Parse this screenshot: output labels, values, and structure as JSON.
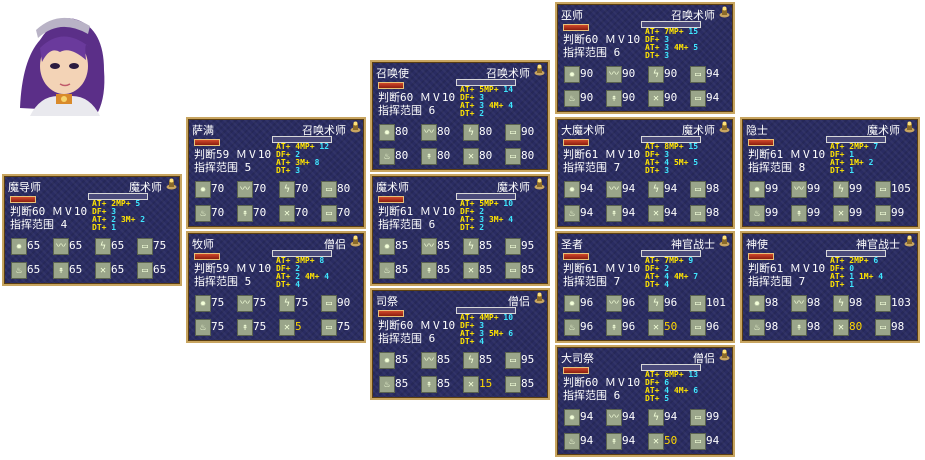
{
  "portrait": {
    "icon": "female-mage-portrait"
  },
  "cards": [
    {
      "name": "魔导师",
      "cls": "魔术师",
      "judge": "判断60",
      "mv": "ＭⅤ10",
      "range_label": "指挥范围",
      "range": "4",
      "stats": [
        [
          "AT+",
          "",
          "2MP+",
          "5"
        ],
        [
          "DF+",
          "3",
          "",
          ""
        ],
        [
          "AT+",
          "2",
          "3M+",
          "2"
        ],
        [
          "DT+",
          "1",
          "",
          ""
        ]
      ],
      "cells": [
        {
          "i": "✹",
          "v": "65"
        },
        {
          "i": "〰",
          "v": "65"
        },
        {
          "i": "ϟ",
          "v": "65"
        },
        {
          "i": "▭",
          "v": "75"
        },
        {
          "i": "♨",
          "v": "65"
        },
        {
          "i": "↟",
          "v": "65"
        },
        {
          "i": "✕",
          "v": "65"
        },
        {
          "i": "▭",
          "v": "65"
        }
      ]
    },
    {
      "name": "萨满",
      "cls": "召唤术师",
      "judge": "判断59",
      "mv": "ＭⅤ10",
      "range_label": "指挥范围",
      "range": "5",
      "stats": [
        [
          "AT+",
          "",
          "4MP+",
          "12"
        ],
        [
          "DF+",
          "2",
          "",
          ""
        ],
        [
          "AT+",
          "",
          "3M+",
          "8"
        ],
        [
          "DT+",
          "3",
          "",
          ""
        ]
      ],
      "cells": [
        {
          "i": "✹",
          "v": "70"
        },
        {
          "i": "〰",
          "v": "70"
        },
        {
          "i": "ϟ",
          "v": "70"
        },
        {
          "i": "▭",
          "v": "80"
        },
        {
          "i": "♨",
          "v": "70"
        },
        {
          "i": "↟",
          "v": "70"
        },
        {
          "i": "✕",
          "v": "70"
        },
        {
          "i": "▭",
          "v": "70"
        }
      ]
    },
    {
      "name": "牧师",
      "cls": "僧侣",
      "judge": "判断59",
      "mv": "ＭⅤ10",
      "range_label": "指挥范围",
      "range": "5",
      "stats": [
        [
          "AT+",
          "",
          "3MP+",
          "8"
        ],
        [
          "DF+",
          "2",
          "",
          ""
        ],
        [
          "AT+",
          "2",
          "4M+",
          "4"
        ],
        [
          "DT+",
          "4",
          "",
          ""
        ]
      ],
      "cells": [
        {
          "i": "✹",
          "v": "75"
        },
        {
          "i": "〰",
          "v": "75"
        },
        {
          "i": "ϟ",
          "v": "75"
        },
        {
          "i": "▭",
          "v": "90"
        },
        {
          "i": "♨",
          "v": "75"
        },
        {
          "i": "↟",
          "v": "75"
        },
        {
          "i": "✕",
          "v": "5",
          "y": true
        },
        {
          "i": "▭",
          "v": "75"
        }
      ]
    },
    {
      "name": "召唤使",
      "cls": "召唤术师",
      "judge": "判断60",
      "mv": "ＭⅤ10",
      "range_label": "指挥范围",
      "range": "6",
      "stats": [
        [
          "AT+",
          "",
          "5MP+",
          "14"
        ],
        [
          "DF+",
          "3",
          "",
          ""
        ],
        [
          "AT+",
          "3",
          "4M+",
          "4"
        ],
        [
          "DT+",
          "2",
          "",
          ""
        ]
      ],
      "cells": [
        {
          "i": "✹",
          "v": "80"
        },
        {
          "i": "〰",
          "v": "80"
        },
        {
          "i": "ϟ",
          "v": "80"
        },
        {
          "i": "▭",
          "v": "90"
        },
        {
          "i": "♨",
          "v": "80"
        },
        {
          "i": "↟",
          "v": "80"
        },
        {
          "i": "✕",
          "v": "80"
        },
        {
          "i": "▭",
          "v": "80"
        }
      ]
    },
    {
      "name": "魔术师",
      "cls": "魔术师",
      "judge": "判断61",
      "mv": "ＭⅤ10",
      "range_label": "指挥范围",
      "range": "6",
      "stats": [
        [
          "AT+",
          "",
          "5MP+",
          "10"
        ],
        [
          "DF+",
          "2",
          "",
          ""
        ],
        [
          "AT+",
          "3",
          "3M+",
          "4"
        ],
        [
          "DT+",
          "2",
          "",
          ""
        ]
      ],
      "cells": [
        {
          "i": "✹",
          "v": "85"
        },
        {
          "i": "〰",
          "v": "85"
        },
        {
          "i": "ϟ",
          "v": "85"
        },
        {
          "i": "▭",
          "v": "95"
        },
        {
          "i": "♨",
          "v": "85"
        },
        {
          "i": "↟",
          "v": "85"
        },
        {
          "i": "✕",
          "v": "85"
        },
        {
          "i": "▭",
          "v": "85"
        }
      ]
    },
    {
      "name": "司祭",
      "cls": "僧侣",
      "judge": "判断60",
      "mv": "ＭⅤ10",
      "range_label": "指挥范围",
      "range": "6",
      "stats": [
        [
          "AT+",
          "",
          "4MP+",
          "10"
        ],
        [
          "DF+",
          "3",
          "",
          ""
        ],
        [
          "AT+",
          "3",
          "5M+",
          "6"
        ],
        [
          "DT+",
          "4",
          "",
          ""
        ]
      ],
      "cells": [
        {
          "i": "✹",
          "v": "85"
        },
        {
          "i": "〰",
          "v": "85"
        },
        {
          "i": "ϟ",
          "v": "85"
        },
        {
          "i": "▭",
          "v": "95"
        },
        {
          "i": "♨",
          "v": "85"
        },
        {
          "i": "↟",
          "v": "85"
        },
        {
          "i": "✕",
          "v": "15",
          "y": true
        },
        {
          "i": "▭",
          "v": "85"
        }
      ]
    },
    {
      "name": "巫师",
      "cls": "召唤术师",
      "judge": "判断60",
      "mv": "ＭⅤ10",
      "range_label": "指挥范围",
      "range": "6",
      "stats": [
        [
          "AT+",
          "",
          "7MP+",
          "15"
        ],
        [
          "DF+",
          "3",
          "",
          ""
        ],
        [
          "AT+",
          "3",
          "4M+",
          "5"
        ],
        [
          "DT+",
          "3",
          "",
          ""
        ]
      ],
      "cells": [
        {
          "i": "✹",
          "v": "90"
        },
        {
          "i": "〰",
          "v": "90"
        },
        {
          "i": "ϟ",
          "v": "90"
        },
        {
          "i": "▭",
          "v": "94"
        },
        {
          "i": "♨",
          "v": "90"
        },
        {
          "i": "↟",
          "v": "90"
        },
        {
          "i": "✕",
          "v": "90"
        },
        {
          "i": "▭",
          "v": "94"
        }
      ]
    },
    {
      "name": "大魔术师",
      "cls": "魔术师",
      "judge": "判断61",
      "mv": "ＭⅤ10",
      "range_label": "指挥范围",
      "range": "7",
      "stats": [
        [
          "AT+",
          "",
          "8MP+",
          "15"
        ],
        [
          "DF+",
          "3",
          "",
          ""
        ],
        [
          "AT+",
          "4",
          "5M+",
          "5"
        ],
        [
          "DT+",
          "3",
          "",
          ""
        ]
      ],
      "cells": [
        {
          "i": "✹",
          "v": "94"
        },
        {
          "i": "〰",
          "v": "94"
        },
        {
          "i": "ϟ",
          "v": "94"
        },
        {
          "i": "▭",
          "v": "98"
        },
        {
          "i": "♨",
          "v": "94"
        },
        {
          "i": "↟",
          "v": "94"
        },
        {
          "i": "✕",
          "v": "94"
        },
        {
          "i": "▭",
          "v": "98"
        }
      ]
    },
    {
      "name": "圣者",
      "cls": "神官战士",
      "judge": "判断61",
      "mv": "ＭⅤ10",
      "range_label": "指挥范围",
      "range": "7",
      "stats": [
        [
          "AT+",
          "",
          "7MP+",
          "9"
        ],
        [
          "DF+",
          "2",
          "",
          ""
        ],
        [
          "AT+",
          "4",
          "4M+",
          "7"
        ],
        [
          "DT+",
          "4",
          "",
          ""
        ]
      ],
      "cells": [
        {
          "i": "✹",
          "v": "96"
        },
        {
          "i": "〰",
          "v": "96"
        },
        {
          "i": "ϟ",
          "v": "96"
        },
        {
          "i": "▭",
          "v": "101"
        },
        {
          "i": "♨",
          "v": "96"
        },
        {
          "i": "↟",
          "v": "96"
        },
        {
          "i": "✕",
          "v": "50",
          "y": true
        },
        {
          "i": "▭",
          "v": "96"
        }
      ]
    },
    {
      "name": "大司祭",
      "cls": "僧侣",
      "judge": "判断60",
      "mv": "ＭⅤ10",
      "range_label": "指挥范围",
      "range": "6",
      "stats": [
        [
          "AT+",
          "",
          "6MP+",
          "13"
        ],
        [
          "DF+",
          "6",
          "",
          ""
        ],
        [
          "AT+",
          "4",
          "4M+",
          "6"
        ],
        [
          "DT+",
          "5",
          "",
          ""
        ]
      ],
      "cells": [
        {
          "i": "✹",
          "v": "94"
        },
        {
          "i": "〰",
          "v": "94"
        },
        {
          "i": "ϟ",
          "v": "94"
        },
        {
          "i": "▭",
          "v": "99"
        },
        {
          "i": "♨",
          "v": "94"
        },
        {
          "i": "↟",
          "v": "94"
        },
        {
          "i": "✕",
          "v": "50",
          "y": true
        },
        {
          "i": "▭",
          "v": "94"
        }
      ]
    },
    {
      "name": "隐士",
      "cls": "魔术师",
      "judge": "判断61",
      "mv": "ＭⅤ10",
      "range_label": "指挥范围",
      "range": "8",
      "stats": [
        [
          "AT+",
          "",
          "2MP+",
          "7"
        ],
        [
          "DF+",
          "1",
          "",
          ""
        ],
        [
          "AT+",
          "",
          "1M+",
          "2"
        ],
        [
          "DT+",
          "1",
          "",
          ""
        ]
      ],
      "cells": [
        {
          "i": "✹",
          "v": "99"
        },
        {
          "i": "〰",
          "v": "99"
        },
        {
          "i": "ϟ",
          "v": "99"
        },
        {
          "i": "▭",
          "v": "105"
        },
        {
          "i": "♨",
          "v": "99"
        },
        {
          "i": "↟",
          "v": "99"
        },
        {
          "i": "✕",
          "v": "99"
        },
        {
          "i": "▭",
          "v": "99"
        }
      ]
    },
    {
      "name": "神使",
      "cls": "神官战士",
      "judge": "判断61",
      "mv": "ＭⅤ10",
      "range_label": "指挥范围",
      "range": "7",
      "stats": [
        [
          "AT+",
          "",
          "2MP+",
          "6"
        ],
        [
          "DF+",
          "0",
          "",
          ""
        ],
        [
          "AT+",
          "1",
          "1M+",
          "4"
        ],
        [
          "DT+",
          "1",
          "",
          ""
        ]
      ],
      "cells": [
        {
          "i": "✹",
          "v": "98"
        },
        {
          "i": "〰",
          "v": "98"
        },
        {
          "i": "ϟ",
          "v": "98"
        },
        {
          "i": "▭",
          "v": "103"
        },
        {
          "i": "♨",
          "v": "98"
        },
        {
          "i": "↟",
          "v": "98"
        },
        {
          "i": "✕",
          "v": "80",
          "y": true
        },
        {
          "i": "▭",
          "v": "98"
        }
      ]
    }
  ]
}
